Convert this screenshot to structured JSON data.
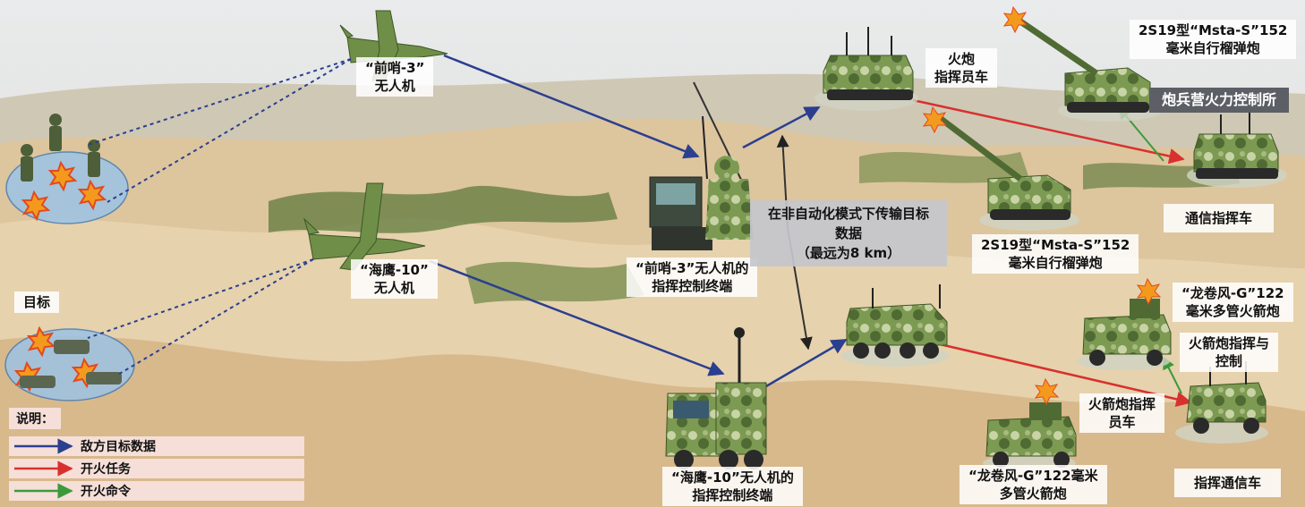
{
  "labels": {
    "uav_qianshao": [
      "“前哨-3”",
      "无人机"
    ],
    "uav_haiying": [
      "“海鹰-10”",
      "无人机"
    ],
    "target": [
      "目标"
    ],
    "qianshao_terminal": [
      "“前哨-3”无人机的",
      "指挥控制终端"
    ],
    "haiying_terminal": [
      "“海鹰-10”无人机的",
      "指挥控制终端"
    ],
    "transfer_note": [
      "在非自动化模式下传输目标",
      "数据",
      "（最远为8 km）"
    ],
    "artillery_command": [
      "火炮",
      "指挥员车"
    ],
    "msta_top": [
      "2S19型“Msta-S”152",
      "毫米自行榴弹炮"
    ],
    "fire_control_post": [
      "炮兵营火力控制所"
    ],
    "msta_mid": [
      "2S19型“Msta-S”152",
      "毫米自行榴弹炮"
    ],
    "comm_vehicle": [
      "通信指挥车"
    ],
    "tornado_top": [
      "“龙卷风-G”122",
      "毫米多管火箭炮"
    ],
    "rocket_ctrl": [
      "火箭炮指挥与",
      "控制"
    ],
    "rocket_commander": [
      "火箭炮指挥",
      "员车"
    ],
    "tornado_bottom": [
      "“龙卷风-G”122毫米",
      "多管火箭炮"
    ],
    "command_comm_vehicle": [
      "指挥通信车"
    ]
  },
  "legend": {
    "title": "说明：",
    "items": [
      {
        "label": "敌方目标数据",
        "color": "#2b3f8f"
      },
      {
        "label": "开火任务",
        "color": "#d8302e"
      },
      {
        "label": "开火命令",
        "color": "#3c9a3c"
      }
    ]
  },
  "colors": {
    "sky": "#e3e6e8",
    "hills_light": "#e8d3b0",
    "hills_mid": "#d9b98a",
    "vegetation": "#5f7a3c",
    "target_ellipse": "#9cc3e6",
    "data_arrow": "#2b3f8f",
    "fire_arrow": "#d8302e",
    "camo_a": "#6f8f48",
    "camo_b": "#c8d3a8"
  },
  "icons": [
    "uav-icon",
    "soldier-icon",
    "explosion-icon",
    "tank-icon",
    "truck-icon",
    "howitzer-icon",
    "rocket-launcher-icon",
    "apc-icon",
    "operator-icon"
  ]
}
